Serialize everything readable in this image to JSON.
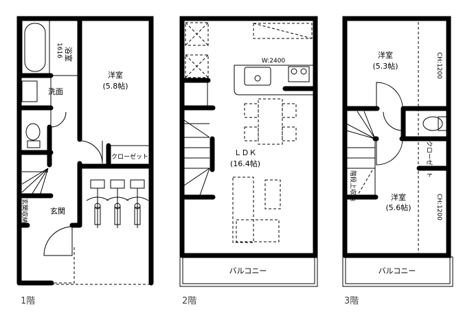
{
  "floors": [
    {
      "label": "1階",
      "rooms": {
        "bath": "浴室",
        "bath_size": "1616",
        "western": "洋室",
        "western_size": "(5.8帖)",
        "washroom": "洗面",
        "closet": "クローゼット",
        "entrance": "玄関",
        "entrance_storage": "玄関収納"
      }
    },
    {
      "label": "2階",
      "rooms": {
        "kitchen_width": "W:2400",
        "ldk": "ＬＤＫ",
        "ldk_size": "(16.4帖)",
        "balcony": "バルコニー"
      }
    },
    {
      "label": "3階",
      "rooms": {
        "western_a": "洋室",
        "western_a_size": "(5.3帖)",
        "ceiling_a": "CH:1200",
        "closet": "クローゼット",
        "stair_storage": "階段上収納",
        "western_b": "洋室",
        "western_b_size": "(5.6帖)",
        "ceiling_b": "CH:1200",
        "balcony": "バルコニー"
      }
    }
  ]
}
